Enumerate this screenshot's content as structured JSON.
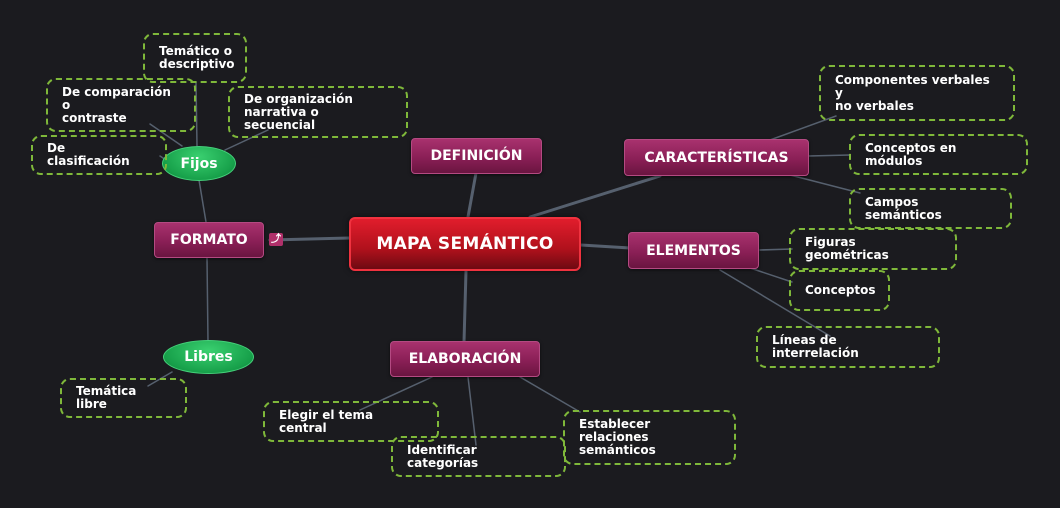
{
  "central": "MAPA SEMÁNTICO",
  "main": {
    "definicion": "DEFINICIÓN",
    "caracteristicas": "CARACTERÍSTICAS",
    "formato": "FORMATO",
    "elementos": "ELEMENTOS",
    "elaboracion": "ELABORACIÓN"
  },
  "formato_types": {
    "fijos": "Fijos",
    "libres": "Libres"
  },
  "fijos_items": {
    "tematico": "Temático o\ndescriptivo",
    "comparacion": "De comparación o\ncontraste",
    "organizacion": "De organización\nnarrativa o secuencial",
    "clasificacion": "De clasificación"
  },
  "libres_items": {
    "tematica_libre": "Temática libre"
  },
  "caracteristicas_items": {
    "componentes": "Componentes verbales y\nno verbales",
    "conceptos_modulos": "Conceptos en módulos",
    "campos": "Campos semánticos"
  },
  "elementos_items": {
    "figuras": "Figuras geométricas",
    "conceptos": "Conceptos",
    "lineas": "Líneas de interrelación"
  },
  "elaboracion_items": {
    "elegir": "Elegir el tema central",
    "identificar": "Identificar categorías",
    "establecer": "Establecer relaciones\n semánticos"
  },
  "colors": {
    "background": "#1b1b1f",
    "central": "#c0141f",
    "main_topic": "#8a1f56",
    "pill": "#17a04a",
    "leaf_border": "#7fb83a",
    "connector": "#56606e"
  },
  "icons": {
    "formato_badge": "link-icon"
  }
}
